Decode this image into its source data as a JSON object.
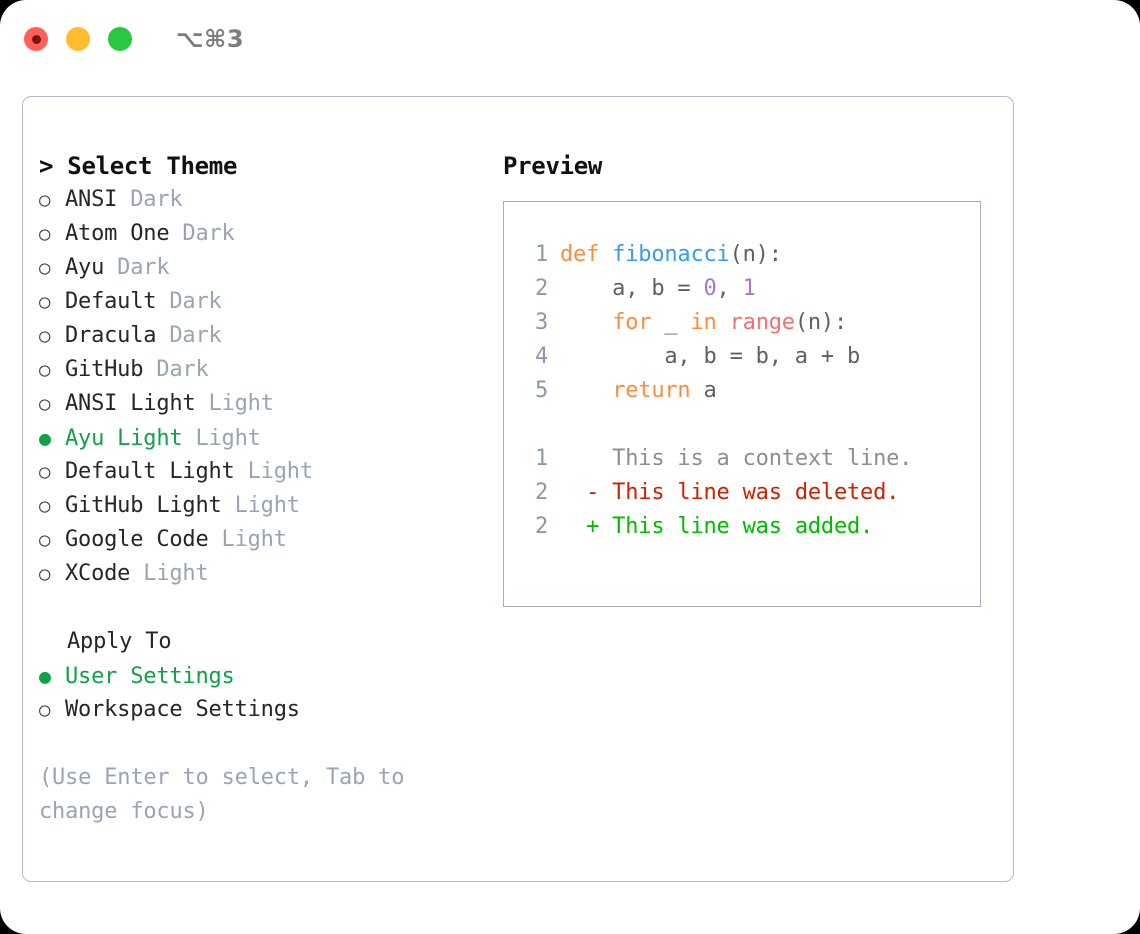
{
  "titlebar": {
    "shortcut": "⌥⌘3",
    "buttons": [
      {
        "name": "close",
        "color": "#ff6159"
      },
      {
        "name": "minimize",
        "color": "#ffbd2e"
      },
      {
        "name": "maximize",
        "color": "#28c840"
      }
    ]
  },
  "left": {
    "header": "> Select Theme",
    "themes": [
      {
        "marker": "○",
        "name": "ANSI",
        "kind": "Dark",
        "selected": false
      },
      {
        "marker": "○",
        "name": "Atom One",
        "kind": "Dark",
        "selected": false
      },
      {
        "marker": "○",
        "name": "Ayu",
        "kind": "Dark",
        "selected": false
      },
      {
        "marker": "○",
        "name": "Default",
        "kind": "Dark",
        "selected": false
      },
      {
        "marker": "○",
        "name": "Dracula",
        "kind": "Dark",
        "selected": false
      },
      {
        "marker": "○",
        "name": "GitHub",
        "kind": "Dark",
        "selected": false
      },
      {
        "marker": "○",
        "name": "ANSI Light",
        "kind": "Light",
        "selected": false
      },
      {
        "marker": "●",
        "name": "Ayu Light",
        "kind": "Light",
        "selected": true
      },
      {
        "marker": "○",
        "name": "Default Light",
        "kind": "Light",
        "selected": false
      },
      {
        "marker": "○",
        "name": "GitHub Light",
        "kind": "Light",
        "selected": false
      },
      {
        "marker": "○",
        "name": "Google Code",
        "kind": "Light",
        "selected": false
      },
      {
        "marker": "○",
        "name": "XCode",
        "kind": "Light",
        "selected": false
      }
    ],
    "apply_to": {
      "title": "Apply To",
      "options": [
        {
          "marker": "●",
          "name": "User Settings",
          "selected": true
        },
        {
          "marker": "○",
          "name": "Workspace Settings",
          "selected": false
        }
      ]
    },
    "hint": "(Use Enter to select, Tab to change focus)"
  },
  "right": {
    "header": "Preview",
    "code": [
      {
        "lineno": "1",
        "tokens": [
          {
            "t": "def ",
            "c": "kw"
          },
          {
            "t": "fibonacci",
            "c": "fn"
          },
          {
            "t": "(n):",
            "c": "pl"
          }
        ]
      },
      {
        "lineno": "2",
        "tokens": [
          {
            "t": "    a, b = ",
            "c": "pl"
          },
          {
            "t": "0",
            "c": "num"
          },
          {
            "t": ", ",
            "c": "pl"
          },
          {
            "t": "1",
            "c": "num"
          }
        ]
      },
      {
        "lineno": "3",
        "tokens": [
          {
            "t": "    ",
            "c": "pl"
          },
          {
            "t": "for",
            "c": "kw"
          },
          {
            "t": " _ ",
            "c": "pl"
          },
          {
            "t": "in",
            "c": "kw"
          },
          {
            "t": " ",
            "c": "pl"
          },
          {
            "t": "range",
            "c": "bi"
          },
          {
            "t": "(n):",
            "c": "pl"
          }
        ]
      },
      {
        "lineno": "4",
        "tokens": [
          {
            "t": "        a, b = b, a + b",
            "c": "pl"
          }
        ]
      },
      {
        "lineno": "5",
        "tokens": [
          {
            "t": "    ",
            "c": "pl"
          },
          {
            "t": "return",
            "c": "kw"
          },
          {
            "t": " a",
            "c": "pl"
          }
        ]
      }
    ],
    "diff": [
      {
        "lineno": "1",
        "marker": " ",
        "text": " This is a context line.",
        "kind": "ctx"
      },
      {
        "lineno": "2",
        "marker": "-",
        "text": " This line was deleted.",
        "kind": "del"
      },
      {
        "lineno": "2",
        "marker": "+",
        "text": " This line was added.",
        "kind": "add"
      }
    ]
  },
  "colors": {
    "accent_green": "#12a04a",
    "muted": "#9aa4b2",
    "keyword": "#fa8d3e",
    "function": "#399ee6",
    "number": "#a37acc",
    "builtin": "#f07171",
    "plain": "#5c6166",
    "lineno": "#8a98a8",
    "diff_add": "#00bb00",
    "diff_del": "#cc2200",
    "diff_ctx": "#8a8f96",
    "border": "#b4bcc8"
  }
}
